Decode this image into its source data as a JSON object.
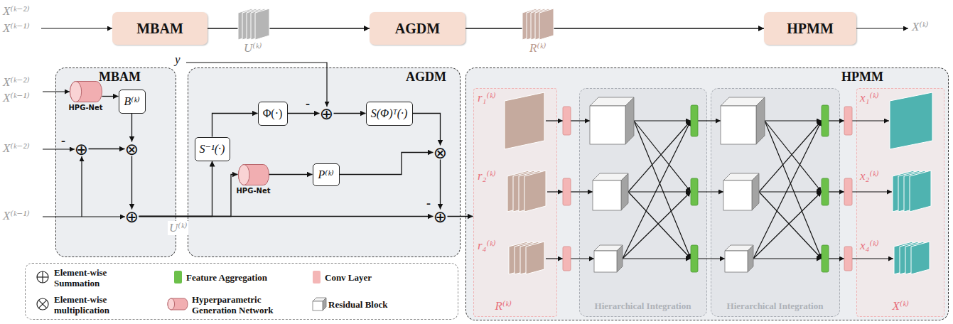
{
  "diagram": {
    "nodes": [
      {
        "text": [
          "MBAM"
        ]
      },
      {
        "text": [
          "AGDM"
        ]
      },
      {
        "text": [
          "HPMM"
        ]
      },
      {
        "text": [
          "MBAM"
        ]
      },
      {
        "text": [
          "HPG-Net"
        ],
        "in": 3
      },
      {
        "text": [
          "B⁽ᵏ⁾"
        ],
        "in": 3
      },
      {
        "text": [
          "⊕"
        ],
        "in": 3
      },
      {
        "text": [
          "⊗"
        ],
        "in": 3
      },
      {
        "text": [
          "⊕"
        ],
        "in": 3
      },
      {
        "text": [
          "AGDM"
        ]
      },
      {
        "text": [
          "S⁻¹(·)"
        ],
        "in": 9
      },
      {
        "text": [
          "Φ(·)"
        ],
        "in": 9
      },
      {
        "text": [
          "⊕"
        ],
        "in": 9
      },
      {
        "text": [
          "S(Φ)ᵀ(·)"
        ],
        "in": 9
      },
      {
        "text": [
          "HPG-Net"
        ],
        "in": 9
      },
      {
        "text": [
          "P⁽ᵏ⁾"
        ],
        "in": 9
      },
      {
        "text": [
          "⊗"
        ],
        "in": 9
      },
      {
        "text": [
          "⊕"
        ],
        "in": 9
      },
      {
        "text": [
          "HPMM"
        ]
      },
      {
        "text": [
          "R⁽ᵏ⁾"
        ],
        "in": 18
      },
      {
        "text": [
          "Hierarchical Integration"
        ],
        "in": 18
      },
      {
        "text": [
          "Hierarchical Integration"
        ],
        "in": 18
      },
      {
        "text": [
          "X⁽ᵏ⁾"
        ],
        "in": 18
      }
    ],
    "edges": [
      {
        "from": 0,
        "to": 1,
        "arrow": "to"
      },
      {
        "from": 1,
        "to": 2,
        "arrow": "to"
      },
      {
        "from": 4,
        "to": 5,
        "arrow": "to"
      },
      {
        "from": 5,
        "to": 7,
        "arrow": "to"
      },
      {
        "from": 6,
        "to": 7,
        "arrow": "to"
      },
      {
        "from": 7,
        "to": 8,
        "arrow": "to"
      },
      {
        "from": 8,
        "to": 10,
        "arrow": "to"
      },
      {
        "from": 8,
        "to": 14,
        "arrow": "to"
      },
      {
        "from": 8,
        "to": 17,
        "arrow": "to"
      },
      {
        "from": 10,
        "to": 11,
        "arrow": "to"
      },
      {
        "from": 11,
        "to": 12,
        "arrow": "to"
      },
      {
        "from": 12,
        "to": 13,
        "arrow": "to"
      },
      {
        "from": 13,
        "to": 16,
        "arrow": "to"
      },
      {
        "from": 14,
        "to": 15,
        "arrow": "to"
      },
      {
        "from": 15,
        "to": 16,
        "arrow": "to"
      },
      {
        "from": 16,
        "to": 17,
        "arrow": "to"
      },
      {
        "from": 17,
        "to": 19,
        "arrow": "to"
      }
    ],
    "labels": [
      "X⁽ᵏ⁻²⁾",
      "X⁽ᵏ⁻¹⁾",
      "U⁽ᵏ⁾",
      "R⁽ᵏ⁾",
      "X⁽ᵏ⁾",
      "X⁽ᵏ⁻²⁾",
      "X⁽ᵏ⁻¹⁾",
      "X⁽ᵏ⁻²⁾",
      "-",
      "X⁽ᵏ⁻¹⁾",
      "U⁽ᵏ⁾",
      "y",
      "-",
      "-",
      "r₁⁽ᵏ⁾",
      "r₂⁽ᵏ⁾",
      "r₄⁽ᵏ⁾",
      "x₁⁽ᵏ⁾",
      "x₂⁽ᵏ⁾",
      "x₄⁽ᵏ⁾"
    ],
    "legend": [
      {
        "text": "Element-wise Summation"
      },
      {
        "text": "Feature Aggregation",
        "color": "#6cc04a"
      },
      {
        "text": "Conv Layer",
        "color": "#f4b6b6"
      },
      {
        "text": "Element-wise multiplication"
      },
      {
        "text": "Hyperparametric Generation Network"
      },
      {
        "text": "Residual Block"
      }
    ]
  }
}
